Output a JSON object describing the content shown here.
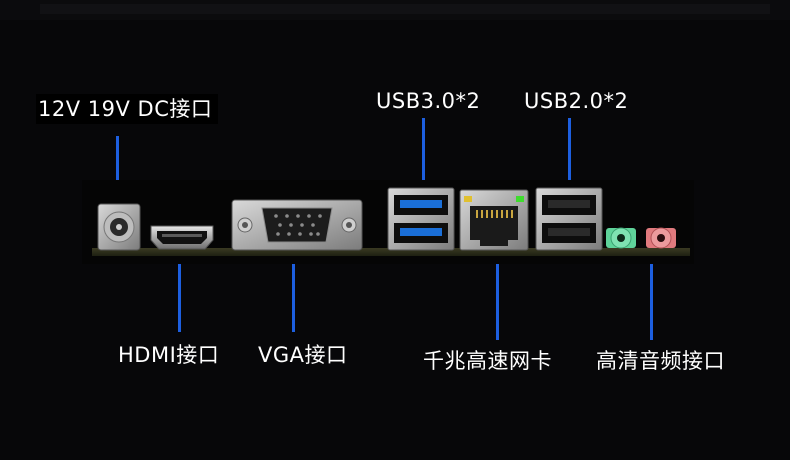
{
  "labels": {
    "dc": "12V 19V DC接口",
    "usb3": "USB3.0*2",
    "usb2": "USB2.0*2",
    "hdmi": "HDMI接口",
    "vga": "VGA接口",
    "lan": "千兆高速网卡",
    "audio": "高清音频接口"
  },
  "colors": {
    "pointer_line": "#1d5fe0",
    "usb3_blue": "#1a6fd8",
    "audio_green": "#5fd39a",
    "audio_pink": "#e07a7e",
    "lan_led_green": "#3fdc2e",
    "lan_led_yellow": "#e0c030"
  }
}
